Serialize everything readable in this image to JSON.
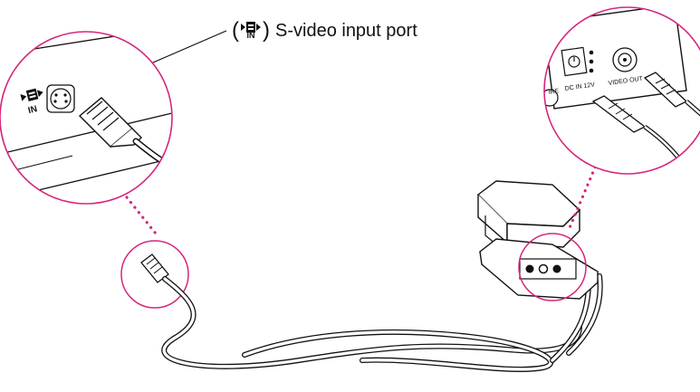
{
  "callout": {
    "paren_open": "(",
    "icon_text": "IN",
    "paren_close": ")",
    "label": "S-video input port"
  },
  "computer_port_icon_text": "IN",
  "camera_panel": {
    "label_left": "IRE",
    "label_dc": "DC IN 12V",
    "label_video_out": "VIDEO OUT"
  },
  "colors": {
    "magnifier_circle": "#d6267d",
    "dotted_leader": "#d6267d",
    "line_art": "#111111"
  },
  "icons": [
    "s-video-port-icon",
    "s-video-plug-icon",
    "camera-icon"
  ]
}
